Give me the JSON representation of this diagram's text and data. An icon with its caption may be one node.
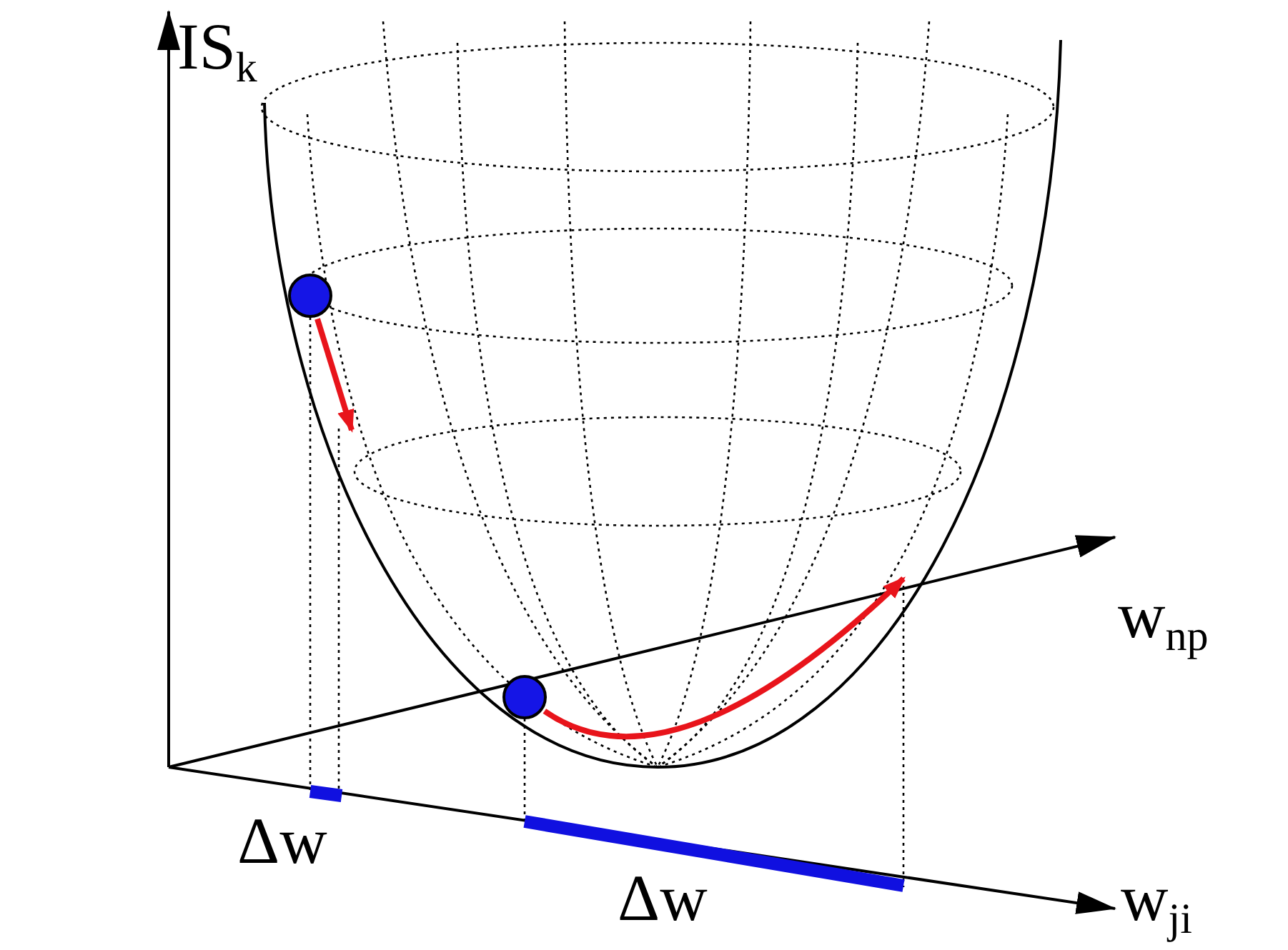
{
  "diagram": {
    "nodes": [
      {
        "text": [],
        "shape": "circle"
      },
      {
        "text": [],
        "shape": "circle"
      }
    ],
    "edges": [
      {
        "from": 0,
        "to": null,
        "arrow": "to"
      },
      {
        "from": 1,
        "to": null,
        "arrow": "to"
      }
    ],
    "labels": [
      "IS$_{k}$",
      "w$_{np}$",
      "Δw",
      "Δw",
      "w$_{ji}$"
    ]
  }
}
